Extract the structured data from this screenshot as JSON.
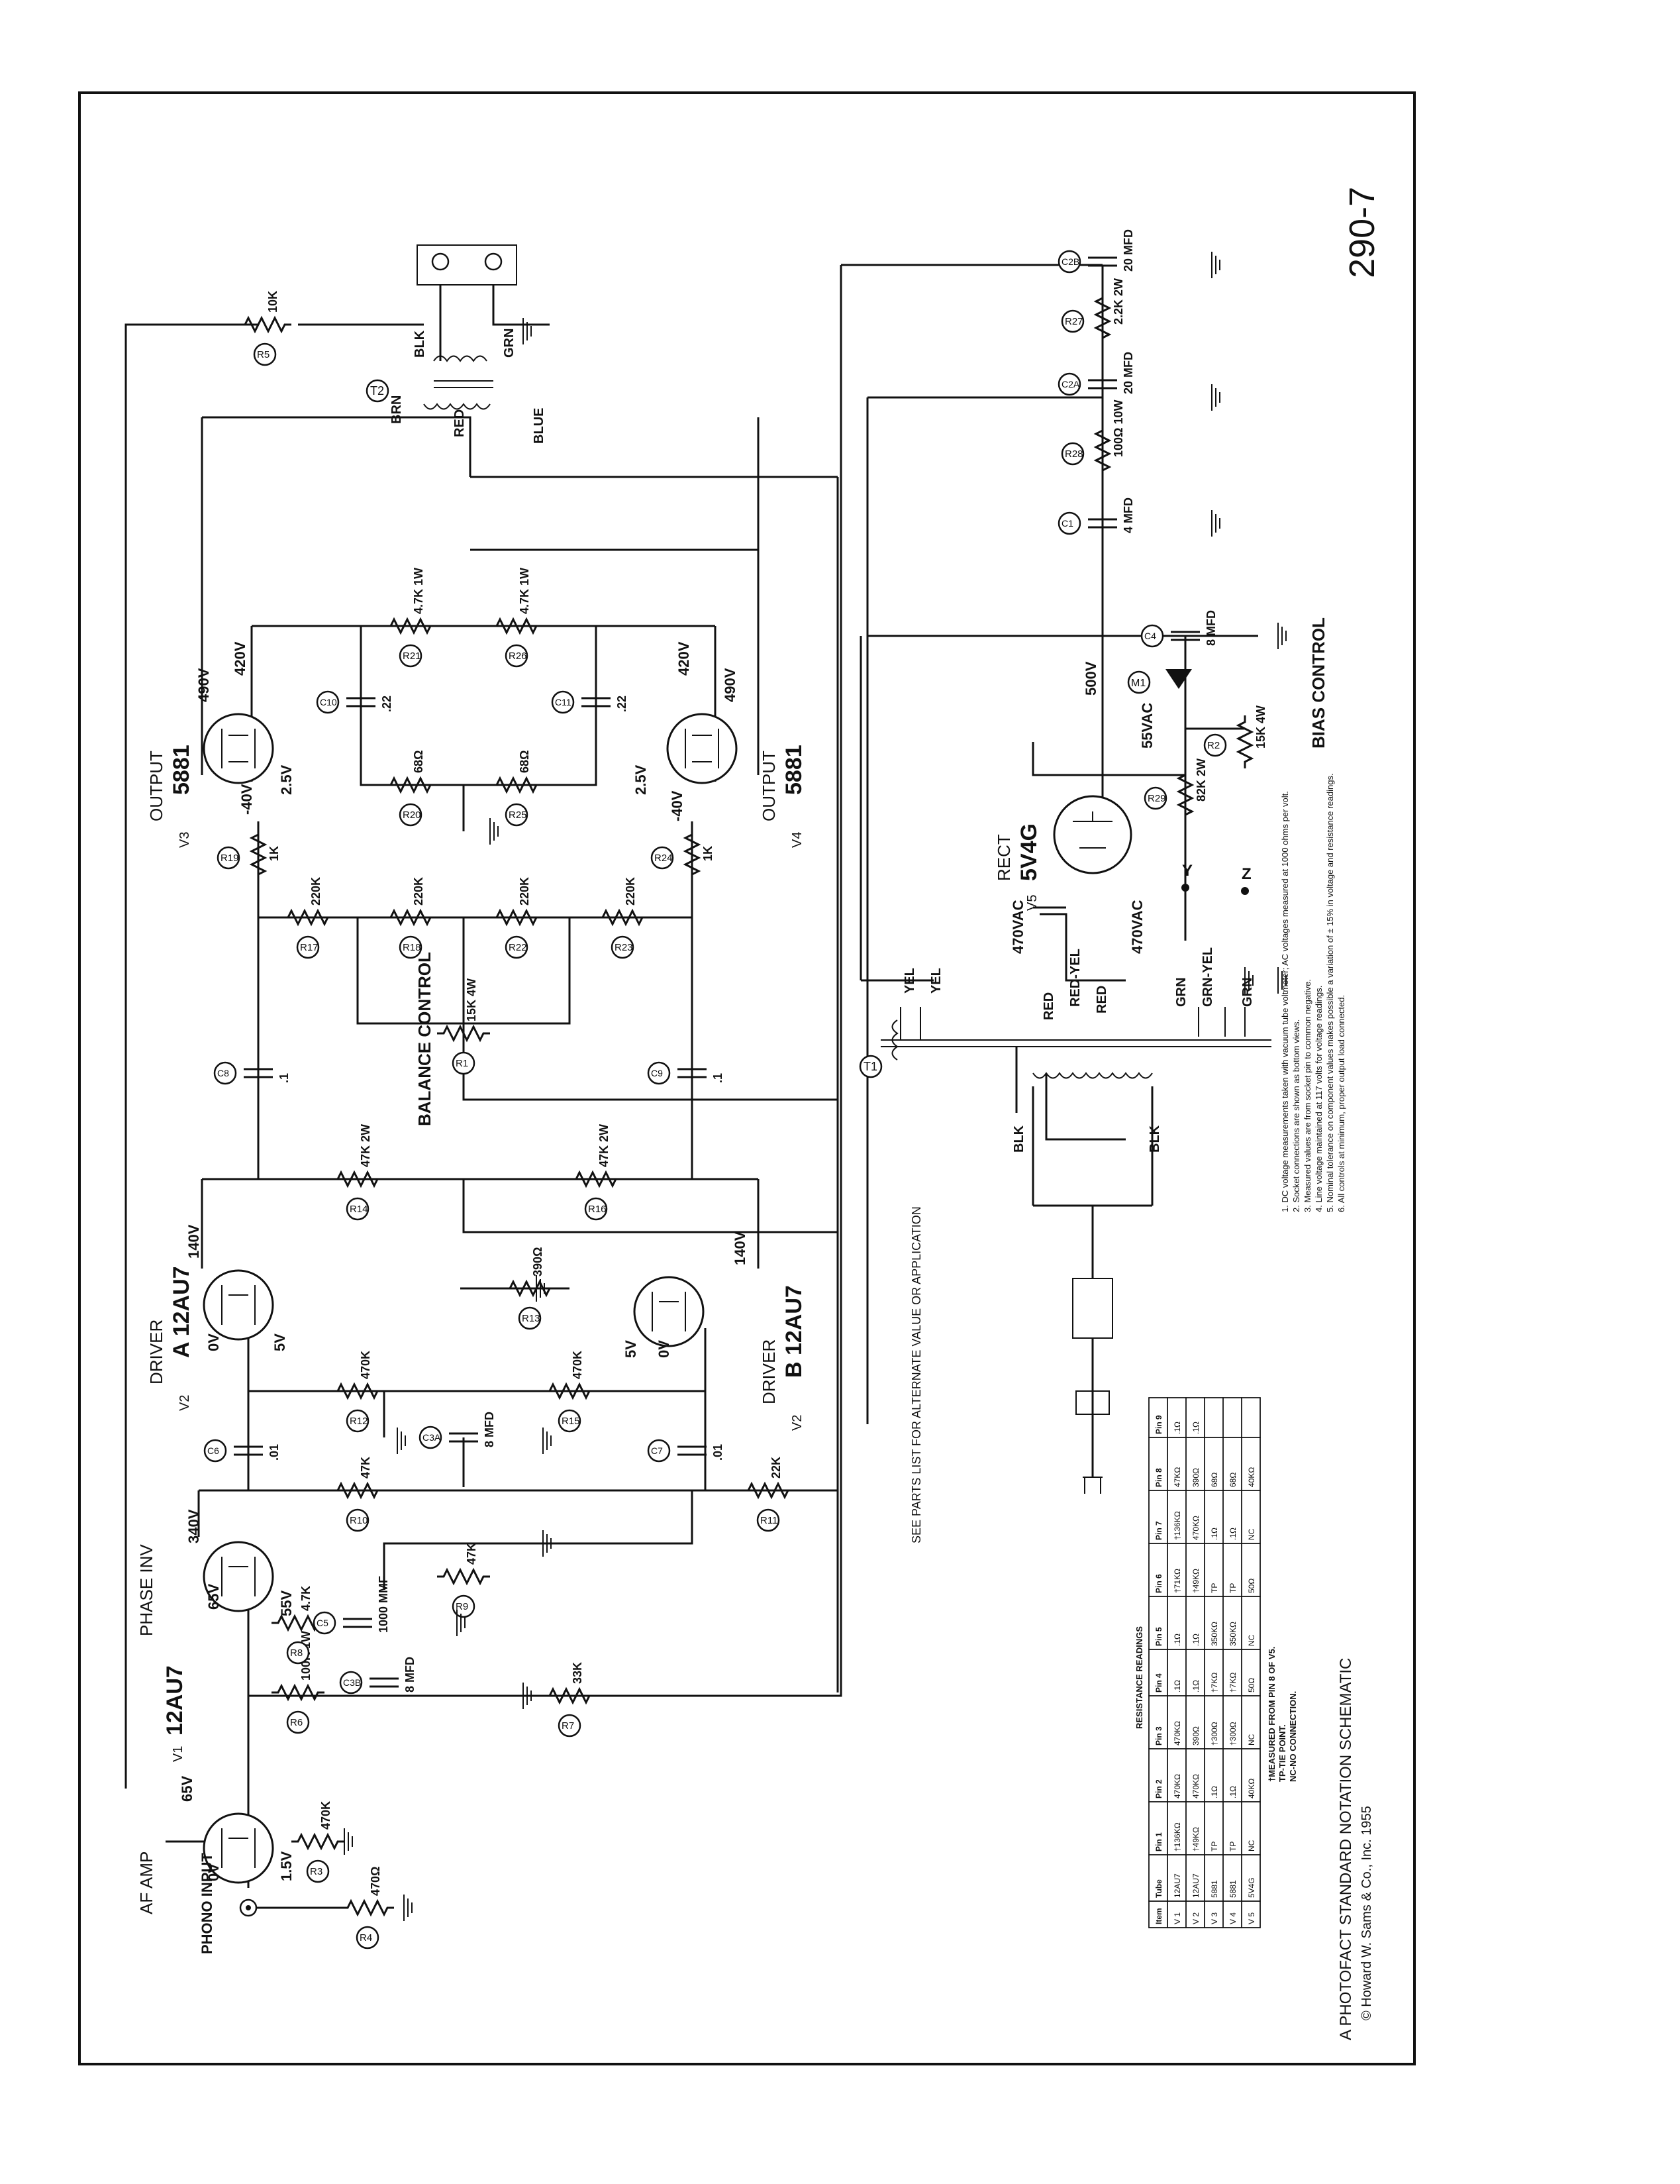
{
  "drawing_number": "290-7",
  "copyright": {
    "line1": "A PHOTOFACT STANDARD NOTATION SCHEMATIC",
    "line2": "© Howard W. Sams & Co., Inc. 1955"
  },
  "tubes": [
    {
      "ref": "V1",
      "type": "12AU7",
      "function": "AF AMP"
    },
    {
      "ref": "V1",
      "type": "12AU7",
      "function": "PHASE INV"
    },
    {
      "ref": "V2",
      "type": "A 12AU7",
      "function": "DRIVER"
    },
    {
      "ref": "V2",
      "type": "B 12AU7",
      "function": "DRIVER"
    },
    {
      "ref": "V3",
      "type": "5881",
      "function": "OUTPUT"
    },
    {
      "ref": "V4",
      "type": "5881",
      "function": "OUTPUT"
    },
    {
      "ref": "V5",
      "type": "5V4G",
      "function": "RECT"
    }
  ],
  "inputs": {
    "phono": "PHONO INPUT"
  },
  "controls": {
    "balance": "BALANCE CONTROL",
    "bias": "BIAS CONTROL"
  },
  "resistors": [
    {
      "ref": "R3",
      "value": "470K"
    },
    {
      "ref": "R4",
      "value": "470Ω"
    },
    {
      "ref": "R5",
      "value": "10K"
    },
    {
      "ref": "R6",
      "value": "100K 1W"
    },
    {
      "ref": "R7",
      "value": "33K"
    },
    {
      "ref": "R8",
      "value": "4.7K"
    },
    {
      "ref": "R9",
      "value": "47K"
    },
    {
      "ref": "R10",
      "value": "47K"
    },
    {
      "ref": "R11",
      "value": "22K"
    },
    {
      "ref": "R12",
      "value": "470K"
    },
    {
      "ref": "R13",
      "value": "390Ω"
    },
    {
      "ref": "R14",
      "value": "47K 2W"
    },
    {
      "ref": "R15",
      "value": "470K"
    },
    {
      "ref": "R16",
      "value": "47K 2W"
    },
    {
      "ref": "R17",
      "value": "220K"
    },
    {
      "ref": "R18",
      "value": "220K"
    },
    {
      "ref": "R19",
      "value": "1K"
    },
    {
      "ref": "R20",
      "value": "68Ω"
    },
    {
      "ref": "R21",
      "value": "4.7K 1W"
    },
    {
      "ref": "R22",
      "value": "220K"
    },
    {
      "ref": "R23",
      "value": "220K"
    },
    {
      "ref": "R24",
      "value": "1K"
    },
    {
      "ref": "R25",
      "value": "68Ω"
    },
    {
      "ref": "R26",
      "value": "4.7K 1W"
    },
    {
      "ref": "R27",
      "value": "2.2K 2W"
    },
    {
      "ref": "R28",
      "value": "100Ω 10W"
    },
    {
      "ref": "R29",
      "value": "82K 2W"
    },
    {
      "ref": "R1",
      "value": "15K 4W"
    },
    {
      "ref": "R2",
      "value": "15K 4W"
    }
  ],
  "capacitors": [
    {
      "ref": "C1",
      "value": "4 MFD"
    },
    {
      "ref": "C2A",
      "value": "20 MFD"
    },
    {
      "ref": "C2B",
      "value": "20 MFD"
    },
    {
      "ref": "C3A",
      "value": "8 MFD"
    },
    {
      "ref": "C3B",
      "value": "8 MFD"
    },
    {
      "ref": "C4",
      "value": "8 MFD"
    },
    {
      "ref": "C5",
      "value": "1000 MMF"
    },
    {
      "ref": "C6",
      "value": ".01"
    },
    {
      "ref": "C7",
      "value": ".01"
    },
    {
      "ref": "C8",
      "value": ".1"
    },
    {
      "ref": "C9",
      "value": ".1"
    },
    {
      "ref": "C10",
      "value": ".22"
    },
    {
      "ref": "C11",
      "value": ".22"
    }
  ],
  "voltages": [
    "65V",
    "0V",
    "1.5V",
    "340V",
    "65V",
    "55V",
    "140V",
    "0V",
    "5V",
    "140V",
    "0V",
    "5V",
    "490V",
    "420V",
    "-40V",
    "2.5V",
    "490V",
    "420V",
    "-40V",
    "2.5V",
    "500V",
    "55VAC",
    "470VAC",
    "470VAC"
  ],
  "wire_colors": [
    "BLK",
    "GRN",
    "BRN",
    "RED",
    "BLUE",
    "YEL",
    "YEL",
    "RED",
    "RED-YEL",
    "RED",
    "GRN",
    "GRN-YEL",
    "GRN",
    "BLK",
    "BLK"
  ],
  "transformers": [
    "T1",
    "T2"
  ],
  "misc": {
    "meter": "M1",
    "points": [
      "Y",
      "Z"
    ],
    "footnote": "SEE PARTS LIST FOR ALTERNATE VALUE OR APPLICATION"
  },
  "notes": [
    "1. DC voltage measurements taken with vacuum tube voltmeter; AC voltages measured at 1000 ohms per volt.",
    "2. Socket connections are shown as bottom views.",
    "3. Measured values are from socket pin to common negative.",
    "4. Line voltage maintained at 117 volts for voltage readings.",
    "5. Nominal tolerance on component values makes possible a variation of ± 15% in voltage and resistance readings.",
    "6. All controls at minimum, proper output load connected."
  ],
  "resistance_table": {
    "title": "RESISTANCE READINGS",
    "headers": [
      "Item",
      "Tube",
      "Pin 1",
      "Pin 2",
      "Pin 3",
      "Pin 4",
      "Pin 5",
      "Pin 6",
      "Pin 7",
      "Pin 8",
      "Pin 9"
    ],
    "rows": [
      [
        "V 1",
        "12AU7",
        "†136KΩ",
        "470KΩ",
        "470KΩ",
        ".1Ω",
        ".1Ω",
        "†71KΩ",
        "†136KΩ",
        "47KΩ",
        ".1Ω"
      ],
      [
        "V 2",
        "12AU7",
        "†49KΩ",
        "470KΩ",
        "390Ω",
        ".1Ω",
        ".1Ω",
        "†49KΩ",
        "470KΩ",
        "390Ω",
        ".1Ω"
      ],
      [
        "V 3",
        "5881",
        "TP",
        ".1Ω",
        "†300Ω",
        "†7KΩ",
        "350KΩ",
        "TP",
        ".1Ω",
        "68Ω",
        ""
      ],
      [
        "V 4",
        "5881",
        "TP",
        ".1Ω",
        "†300Ω",
        "†7KΩ",
        "350KΩ",
        "TP",
        ".1Ω",
        "68Ω",
        ""
      ],
      [
        "V 5",
        "5V4G",
        "NC",
        "40KΩ",
        "NC",
        "50Ω",
        "NC",
        "50Ω",
        "NC",
        "40KΩ",
        ""
      ]
    ],
    "legend": [
      "†MEASURED FROM PIN 8 OF V5.",
      "TP-TIE POINT.",
      "NC-NO CONNECTION."
    ]
  }
}
